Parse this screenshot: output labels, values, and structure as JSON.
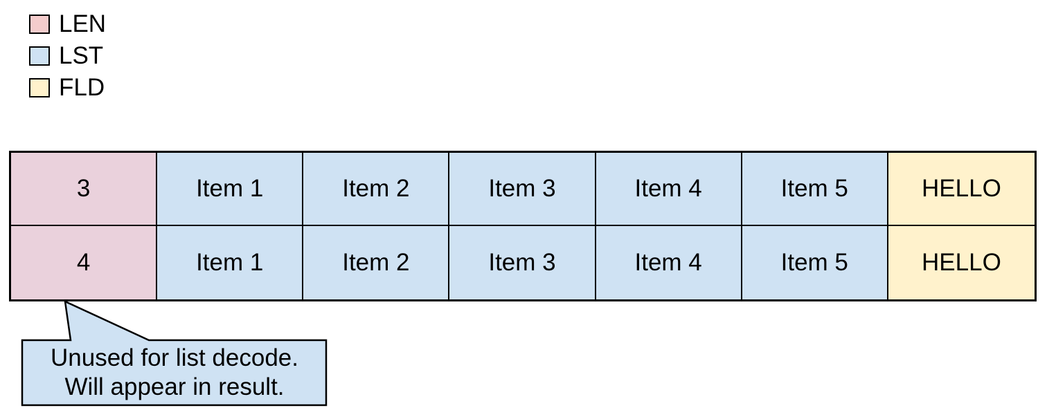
{
  "legend": {
    "items": [
      {
        "label": "LEN",
        "color": "#f4cccc"
      },
      {
        "label": "LST",
        "color": "#cfe2f3"
      },
      {
        "label": "FLD",
        "color": "#fff2cc"
      }
    ]
  },
  "table": {
    "rows": [
      {
        "len": "3",
        "items": [
          "Item 1",
          "Item 2",
          "Item 3",
          "Item 4",
          "Item 5"
        ],
        "field": "HELLO"
      },
      {
        "len": "4",
        "items": [
          "Item 1",
          "Item 2",
          "Item 3",
          "Item 4",
          "Item 5"
        ],
        "field": "HELLO"
      }
    ]
  },
  "callout": {
    "line1": "Unused for list decode.",
    "line2": "Will appear in result."
  },
  "colors": {
    "len_cell": "#ead1dc",
    "lst_cell": "#cfe2f3",
    "fld_cell": "#fff2cc",
    "callout_bg": "#cfe2f3",
    "border": "#000000",
    "background": "#ffffff"
  }
}
